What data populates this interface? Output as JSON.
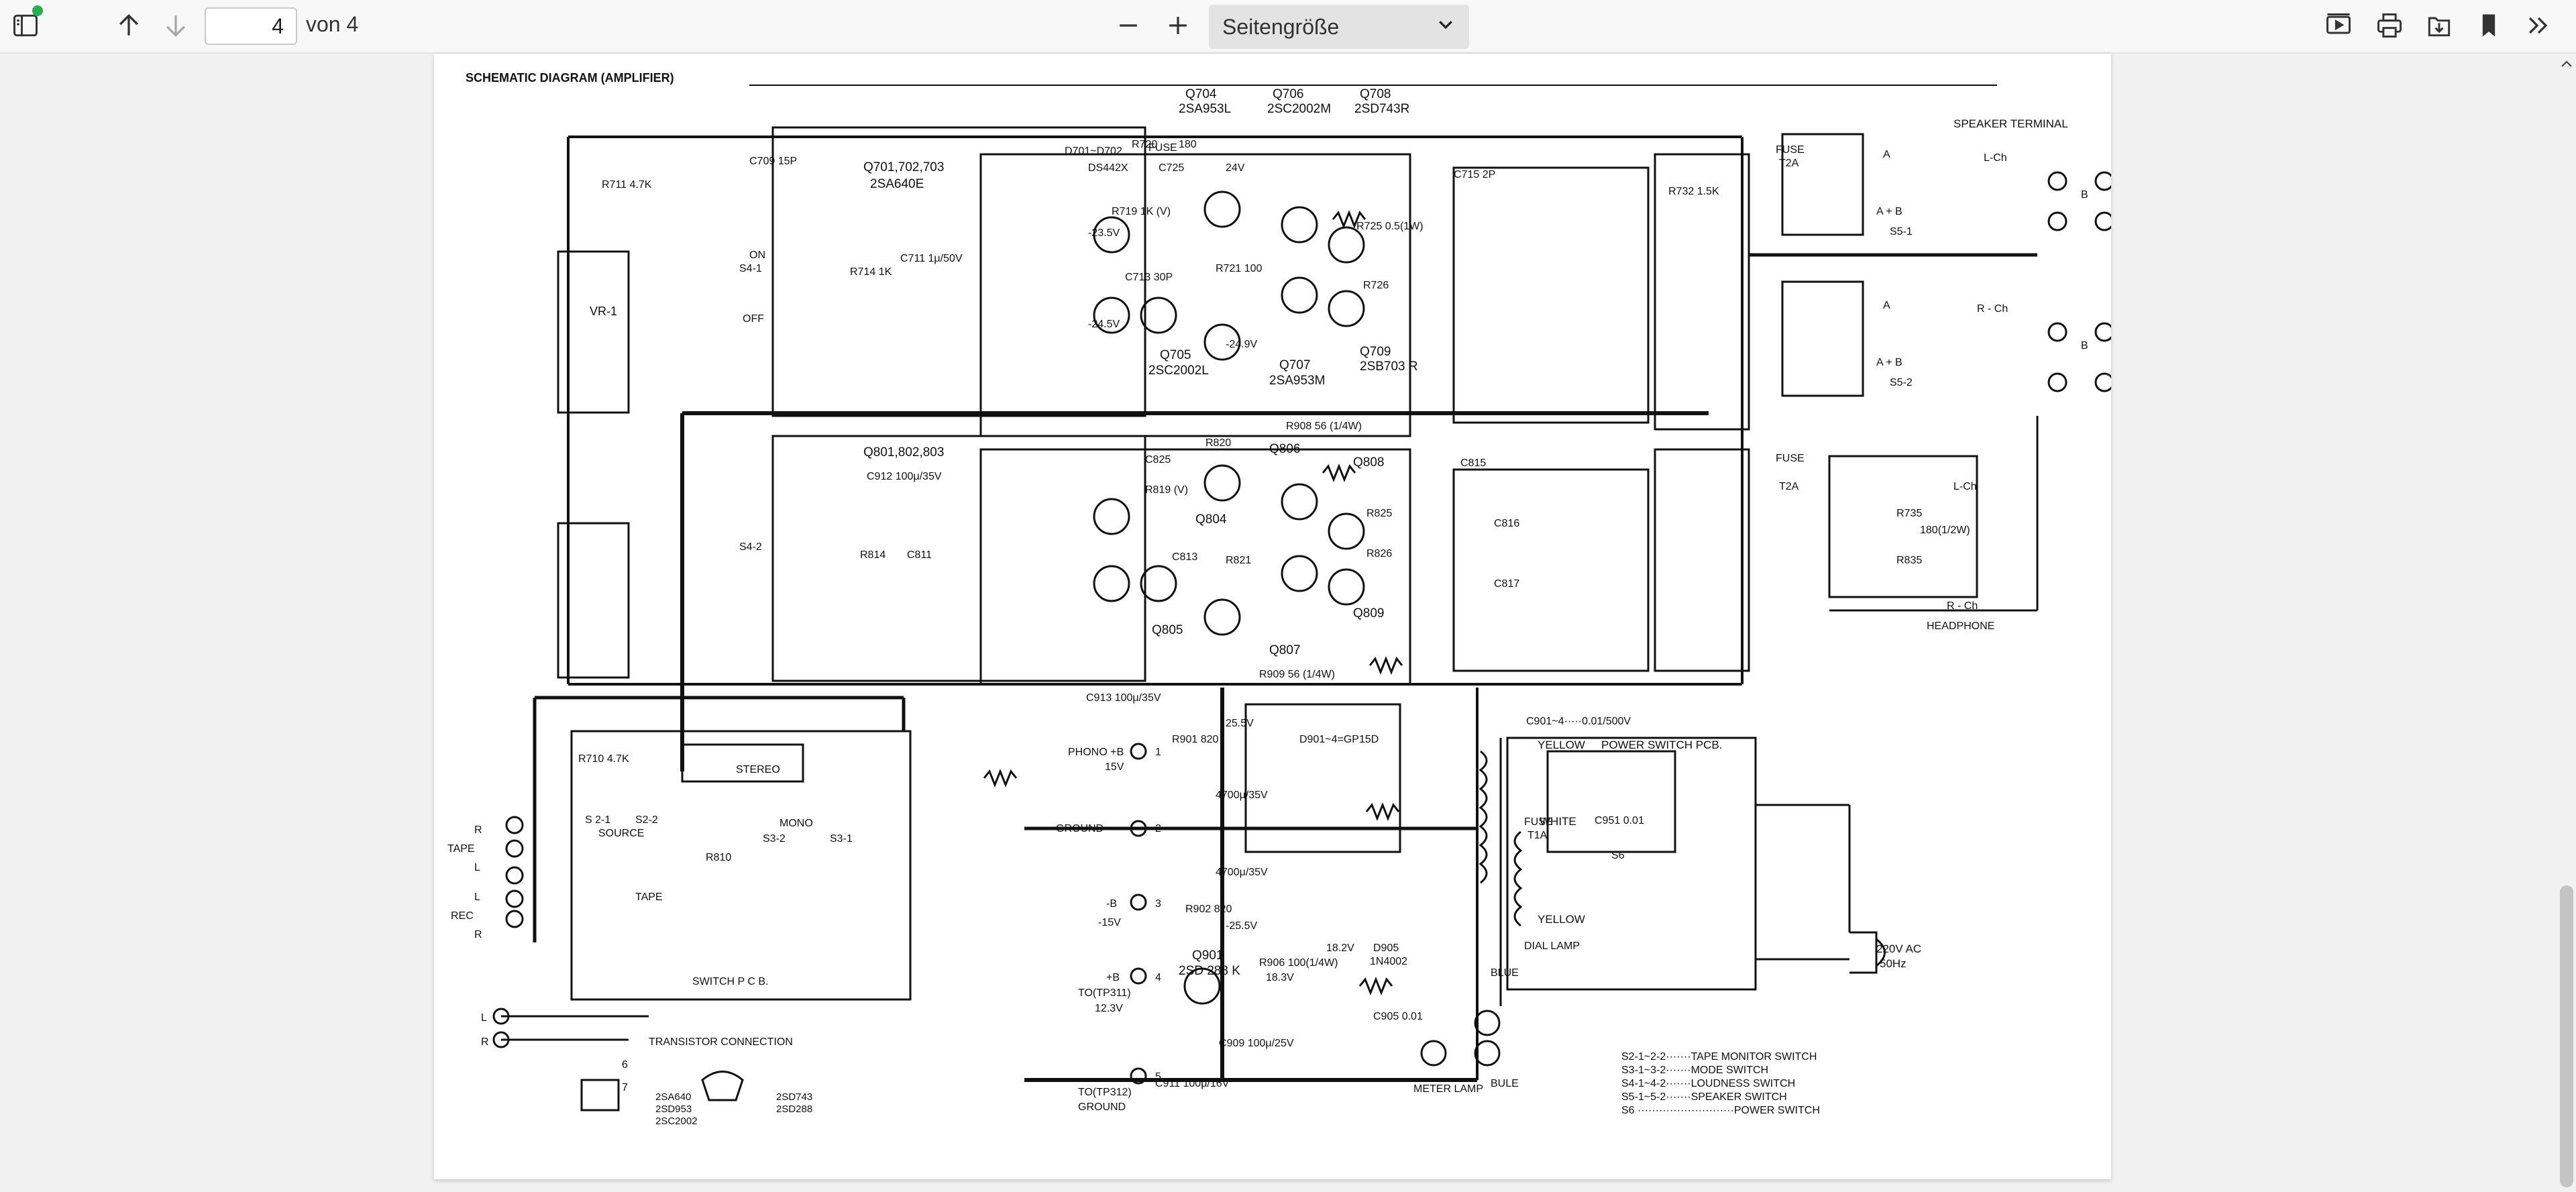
{
  "toolbar": {
    "current_page": "4",
    "page_total_label": "von 4",
    "zoom_value": "Seitengröße",
    "icons": {
      "sidebar": "sidebar-toggle-icon",
      "prev": "arrow-up-icon",
      "next": "arrow-down-icon",
      "zoom_out": "minus-icon",
      "zoom_in": "plus-icon",
      "presentation": "presentation-icon",
      "print": "printer-icon",
      "save": "save-icon",
      "bookmark": "bookmark-icon",
      "more": "double-chevron-right-icon"
    }
  },
  "document": {
    "title": "SCHEMATIC DIAGRAM (AMPLIFIER)",
    "labels": {
      "q704": "Q704",
      "q704_type": "2SA953L",
      "q706": "Q706",
      "q706_type": "2SC2002M",
      "q708": "Q708",
      "q708_type": "2SD743R",
      "q701": "Q701,702,703",
      "q701_type": "2SA640E",
      "q705": "Q705",
      "q705_type": "2SC2002L",
      "q707": "Q707",
      "q707_type": "2SA953M",
      "q709": "Q709",
      "q709_type": "2SB703 R",
      "q801": "Q801,802,803",
      "q804": "Q804",
      "q805": "Q805",
      "q806": "Q806",
      "q807": "Q807",
      "q808": "Q808",
      "q809": "Q809",
      "q901": "Q901",
      "q901_type": "2SD 288 K",
      "d701": "D701~D702",
      "ds442x": "DS442X",
      "d901": "D901~4=GP15D",
      "d905": "D905",
      "d905_type": "1N4002",
      "vr1": "VR-1",
      "s41": "S4-1",
      "s42": "S4-2",
      "on": "ON",
      "off": "OFF",
      "fuse": "FUSE",
      "fuse_t2a": "T2A",
      "fuse_t1a": "T1A",
      "speaker_terminal": "SPEAKER TERMINAL",
      "lch": "L-Ch",
      "rch": "R - Ch",
      "a": "A",
      "b": "B",
      "ab": "A + B",
      "s51": "S5-1",
      "s52": "S5-2",
      "headphone": "HEADPHONE",
      "r735": "R735",
      "r735_val": "180(1/2W)",
      "r835": "R835",
      "phono": "PHONO +B",
      "phono_v": "15V",
      "ground": "GROUND",
      "minus_b": "-B",
      "minus_b_v": "-15V",
      "plus_b": "+B",
      "to_tp311": "TO(TP311)",
      "tp311_v": "12.3V",
      "to_tp312": "TO(TP312)",
      "yellow": "YELLOW",
      "white": "WHITE",
      "blue": "BLUE",
      "bule": "BULE",
      "dial_lamp": "DIAL LAMP",
      "meter_lamp": "METER LAMP",
      "c901": "C901~4·····0.01/500V",
      "power_pcb": "POWER SWITCH  PCB.",
      "c951": "C951 0.01",
      "s6": "S6",
      "ac_v": "220V AC",
      "ac_hz": "50Hz",
      "tape": "TAPE",
      "rec": "REC",
      "r": "R",
      "l": "L",
      "source": "SOURCE",
      "stereo": "STEREO",
      "mono": "MONO",
      "s21": "S 2-1",
      "s22": "S2-2",
      "s32": "S3-2",
      "s31": "S3-1",
      "r810": "R810",
      "r710": "R710 4.7K",
      "switch_pcb": "SWITCH  P C B.",
      "transistor_connection": "TRANSISTOR CONNECTION",
      "pkg1": "2SA640\n2SD953\n2SC2002",
      "pkg2": "2SD743\n2SD288",
      "c912": "C912 100μ/35V",
      "c913": "C913 100μ/35V",
      "r908": "R908  56 (1/4W)",
      "r909": "R909  56 (1/4W)",
      "r901": "R901  820",
      "r902": "R902 820",
      "c906": "4700μ/35V",
      "c907": "4700μ/35V",
      "v255": "25.5V",
      "vm255": "-25.5V",
      "v24": "24V",
      "vm235": "-23.5V",
      "vm245": "-24.5V",
      "vm249": "-24.9V",
      "r906": "R906 100(1/4W)",
      "v183": "18.3V",
      "v182": "18.2V",
      "c909": "C909 100μ/25V",
      "c911": "C911 100μ/16V",
      "c905": "C905 0.01",
      "r711": "R711 4.7K",
      "c709": "C709 15P",
      "c711": "C711 1μ/50V",
      "r714": "R714 1K",
      "c713": "C713 30P",
      "r721": "R721 100",
      "c715": "C715 2P",
      "r732": "R732 1.5K",
      "c725": "C725",
      "r720": "R720",
      "r180": "180",
      "r719": "R719 1K (V)",
      "r725": "R725 0.5(1W)",
      "r726": "R726",
      "r825": "R825",
      "r826": "R826",
      "r814": "R814",
      "c811": "C811",
      "r820": "R820",
      "c825": "C825",
      "r819": "R819 (V)",
      "c813": "C813",
      "r821": "R821",
      "c815": "C815",
      "c816": "C816",
      "c817": "C817",
      "legend": [
        "S2-1~2-2·······TAPE MONITOR SWITCH",
        "S3-1~3-2·······MODE SWITCH",
        "S4-1~4-2·······LOUDNESS SWITCH",
        "S5-1~5-2·······SPEAKER SWITCH",
        "S6 ···························POWER SWITCH"
      ],
      "terminal_1": "1",
      "terminal_2": "2",
      "terminal_3": "3",
      "terminal_4": "4",
      "terminal_5": "5",
      "terminal_6": "6",
      "terminal_7": "7"
    }
  }
}
